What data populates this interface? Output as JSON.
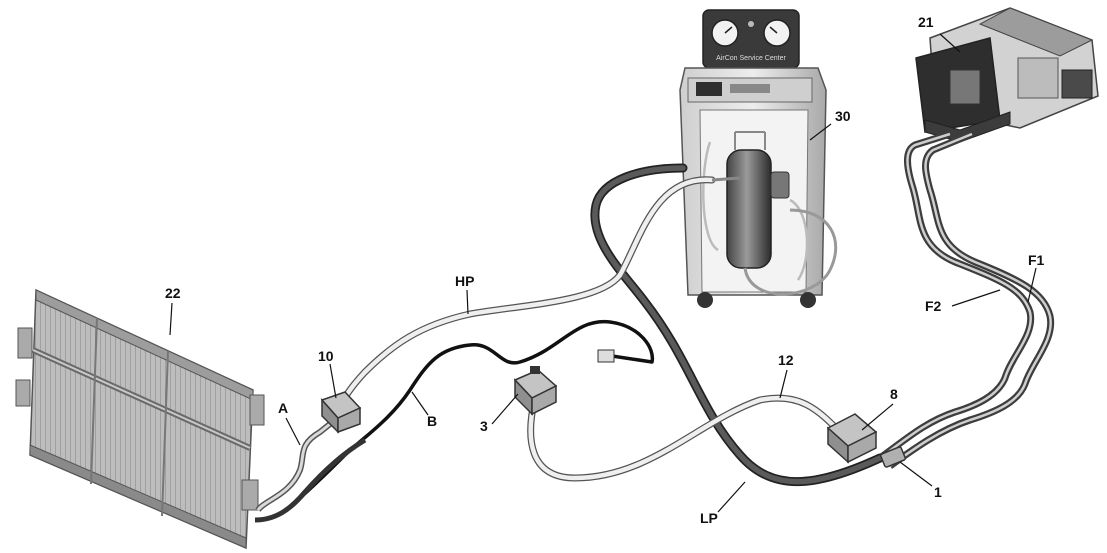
{
  "labels": {
    "l21": "21",
    "l30": "30",
    "l22": "22",
    "lHP": "HP",
    "lF1": "F1",
    "lF2": "F2",
    "l10": "10",
    "l12": "12",
    "l8": "8",
    "lA": "A",
    "lB": "B",
    "l3": "3",
    "l1": "1",
    "lLP": "LP"
  },
  "machine": {
    "panel_text": "AirCon Service Center"
  },
  "colors": {
    "hp_hose": "#e6e6e6",
    "lp_hose": "#4a4a4a",
    "wire": "#1a1a1a",
    "component": "#b5b5b5",
    "outline": "#333333"
  }
}
